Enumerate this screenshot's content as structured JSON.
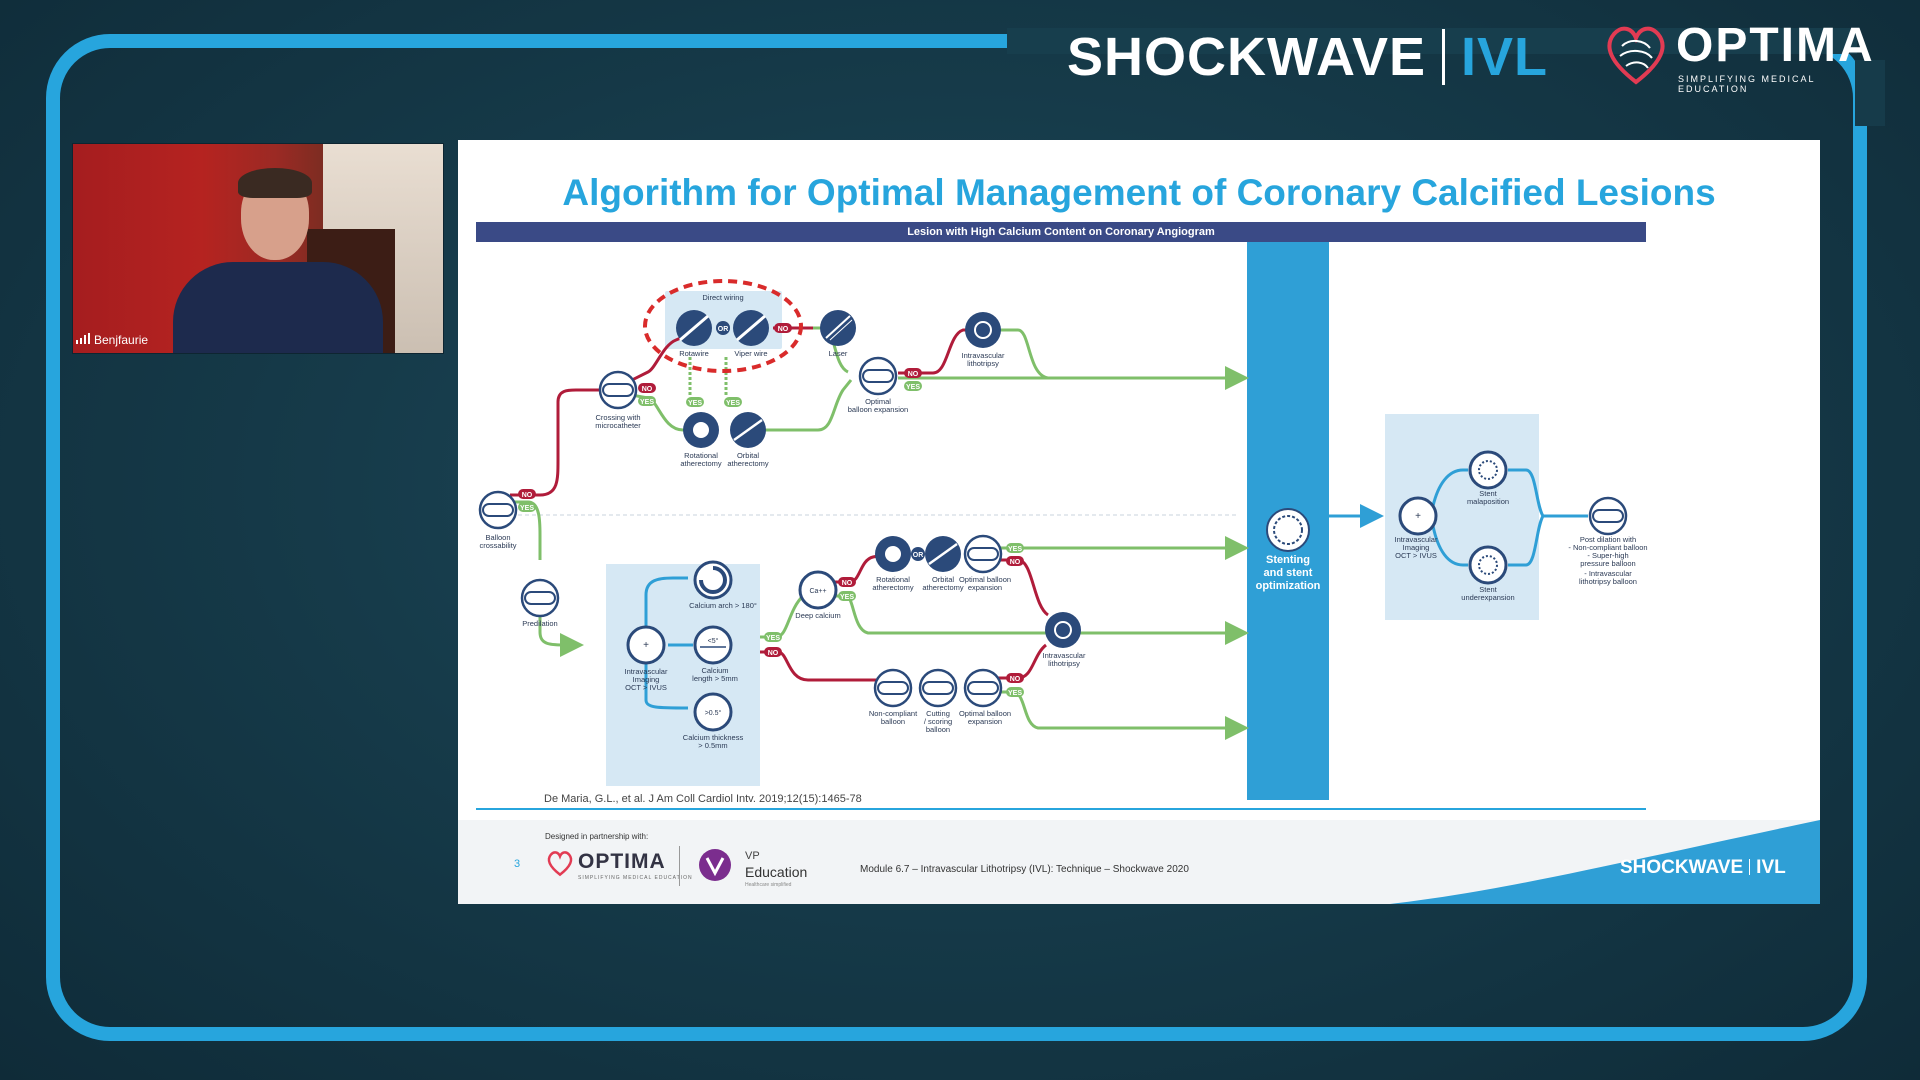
{
  "header": {
    "brand_left": "SHOCKWAVE",
    "brand_right": "IVL",
    "optima_name": "OPTIMA",
    "optima_tagline": "SIMPLIFYING MEDICAL EDUCATION"
  },
  "webcam": {
    "participant_name": "Benjfaurie"
  },
  "slide": {
    "title": "Algorithm for Optimal Management of  Coronary Calcified Lesions",
    "banner": "Lesion with High Calcium Content on Coronary Angiogram",
    "reference": "De Maria, G.L., et al. J Am Coll Cardiol Intv. 2019;12(15):1465-78",
    "stent_label_1": "Stenting",
    "stent_label_2": "and stent",
    "stent_label_3": "optimization",
    "nodes": {
      "balloon_1": "Balloon",
      "balloon_2": "crossability",
      "crossing_1": "Crossing with",
      "crossing_2": "microcatheter",
      "direct_wiring": "Direct wiring",
      "rotawire": "Rotawire",
      "viper": "Viper wire",
      "or": "OR",
      "laser": "Laser",
      "rot_1": "Rotational",
      "rot_2": "atherectomy",
      "orb_1": "Orbital",
      "orb_2": "atherectomy",
      "optimal_1": "Optimal",
      "optimal_2": "balloon expansion",
      "ivl_1": "Intravascular",
      "ivl_2": "lithotripsy",
      "predilation": "Predilation",
      "imaging_1": "Intravascular",
      "imaging_2": "Imaging",
      "imaging_3": "OCT > IVUS",
      "arch": "Calcium arch > 180°",
      "length_1": "Calcium",
      "length_2": "length > 5mm",
      "length_glyph": "<5°",
      "thick_1": "Calcium thickness",
      "thick_2": "> 0.5mm",
      "thick_glyph": ">0.5°",
      "deep": "Deep calcium",
      "deep_glyph": "Ca++",
      "rot2_1": "Rotational",
      "rot2_2": "atherectomy",
      "orb2_1": "Orbital",
      "orb2_2": "atherectomy",
      "obe_1": "Optimal balloon",
      "obe_2": "expansion",
      "ivl2_1": "Intravascular",
      "ivl2_2": "lithotripsy",
      "nc_1": "Non-compliant",
      "nc_2": "balloon",
      "cut_1": "Cutting",
      "cut_2": "/ scoring",
      "cut_3": "balloon",
      "obe3_1": "Optimal balloon",
      "obe3_2": "expansion",
      "imaging2_1": "Intravascular",
      "imaging2_2": "Imaging",
      "imaging2_3": "OCT > IVUS",
      "malapp_1": "Stent",
      "malapp_2": "malaposition",
      "under_1": "Stent",
      "under_2": "underexpansion",
      "post_1": "Post dilation with",
      "post_2": "- Non-compliant balloon",
      "post_3": "- Super-high",
      "post_4": "pressure balloon",
      "post_5": "- Intravascular",
      "post_6": "lithotripsy balloon"
    },
    "yes": "YES",
    "no": "NO"
  },
  "footer": {
    "page_number": "3",
    "partnership": "Designed in partnership with:",
    "optima": "OPTIMA",
    "optima_tag": "SIMPLIFYING MEDICAL EDUCATION",
    "vp_1": "VP",
    "vp_2": "Education",
    "vp_tag": "Healthcare simplified",
    "module": "Module 6.7 – Intravascular Lithotripsy (IVL): Technique – Shockwave 2020",
    "brand_left": "SHOCKWAVE",
    "brand_right": "IVL"
  },
  "colors": {
    "accent": "#27a5dd",
    "red_path": "#b01c3a",
    "green_path": "#7fbf6a",
    "navy": "#3a4a86"
  }
}
